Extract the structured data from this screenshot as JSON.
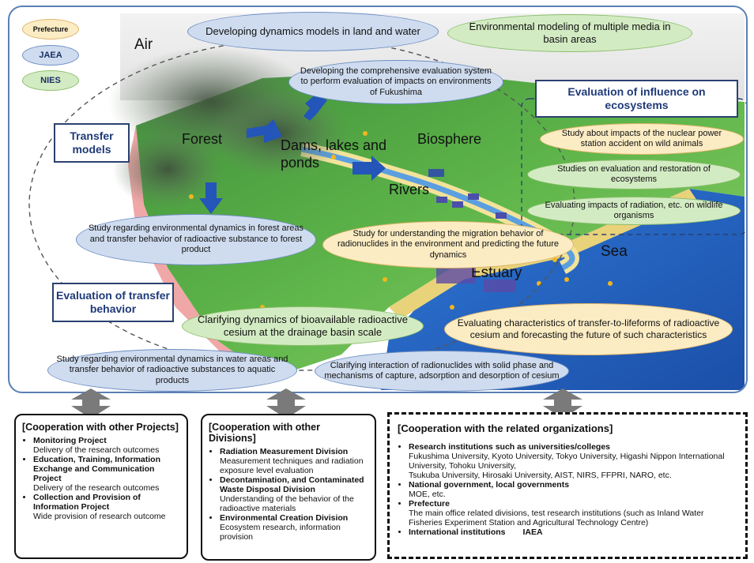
{
  "legend": [
    {
      "label": "Prefecture",
      "color": "#fbecc4"
    },
    {
      "label": "JAEA",
      "color": "#cfdcef"
    },
    {
      "label": "NIES",
      "color": "#d3ebc3"
    }
  ],
  "scene_labels": {
    "air": "Air",
    "forest": "Forest",
    "dams": "Dams, lakes and ponds",
    "biosphere": "Biosphere",
    "rivers": "Rivers",
    "sea": "Sea",
    "estuary": "Estuary"
  },
  "headings": {
    "transfer_models": "Transfer models",
    "evaluation_transfer": "Evaluation of transfer behavior",
    "evaluation_ecosystems": "Evaluation of influence on ecosystems"
  },
  "ovals": {
    "dynamics_models": "Developing dynamics models in land and water",
    "environmental_modeling": "Environmental modeling of multiple media in basin areas",
    "comprehensive_evaluation": "Developing the comprehensive evaluation system to perform evaluation of impacts on environments of Fukushima",
    "wild_animals": "Study about impacts of the nuclear power station accident on wild animals",
    "restoration": "Studies on evaluation and restoration of ecosystems",
    "wildlife_radiation": "Evaluating impacts of radiation, etc. on wildlife organisms",
    "forest_dynamics": "Study regarding environmental dynamics in forest areas and transfer behavior of radioactive substance to forest product",
    "migration_behavior": "Study for understanding the migration behavior of radionuclides in the environment and predicting the future dynamics",
    "bioavailable_cesium": "Clarifying dynamics of bioavailable radioactive cesium at the drainage basin scale",
    "lifeforms_cesium": "Evaluating characteristics of transfer-to-lifeforms of radioactive cesium and forecasting the future of such characteristics",
    "water_dynamics": "Study regarding environmental dynamics in water areas and transfer behavior of radioactive substances to aquatic products",
    "solid_phase": "Clarifying interaction of radionuclides with solid phase and mechanisms of capture, adsorption and desorption of cesium"
  },
  "coop_projects": {
    "title": "[Cooperation with other Projects]",
    "items": [
      {
        "title": "Monitoring Project",
        "desc": "Delivery of the research outcomes"
      },
      {
        "title": "Education, Training, Information Exchange and Communication Project",
        "desc": "Delivery of the research outcomes"
      },
      {
        "title": "Collection and Provision of Information Project",
        "desc": "Wide provision of research outcome"
      }
    ]
  },
  "coop_divisions": {
    "title": "[Cooperation with other Divisions]",
    "items": [
      {
        "title": "Radiation Measurement Division",
        "desc": "Measurement techniques and radiation exposure level evaluation"
      },
      {
        "title": "Decontamination, and Contaminated Waste Disposal Division",
        "desc": "Understanding of the behavior of the radioactive materials"
      },
      {
        "title": "Environmental Creation Division",
        "desc": "Ecosystem research, information provision"
      }
    ]
  },
  "coop_organizations": {
    "title": "[Cooperation with the related organizations]",
    "items": [
      {
        "title": "Research institutions such as universities/colleges",
        "desc": "Fukushima University, Kyoto University, Tokyo University, Higashi Nippon International University, Tohoku University,",
        "desc2": "Tsukuba University, Hirosaki University, AIST, NIRS, FFPRI, NARO, etc."
      },
      {
        "title": "National government, local governments",
        "desc": "MOE, etc.",
        "desc2": ""
      },
      {
        "title": "Prefecture",
        "desc": "The main office related divisions, test research institutions (such as Inland Water Fisheries Experiment Station and Agricultural Technology Centre)",
        "desc2": ""
      },
      {
        "title": "International institutions",
        "desc": "IAEA",
        "desc2": ""
      }
    ]
  }
}
